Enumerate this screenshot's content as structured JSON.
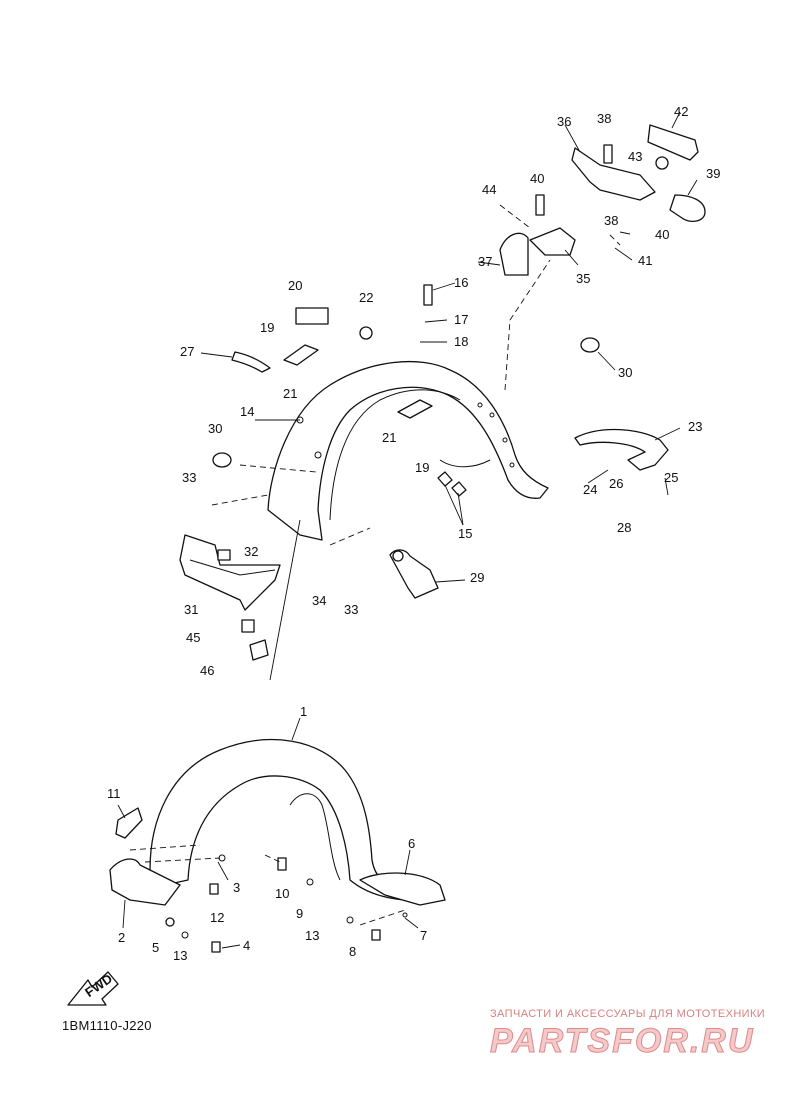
{
  "diagram_code": "1BM1110-J220",
  "fwd_label": "FWD",
  "watermark": {
    "tagline": "ЗАПЧАСТИ И АКСЕССУАРЫ ДЛЯ МОТОТЕХНИКИ",
    "logo": "PARTSFOR.RU"
  },
  "callouts": [
    "1",
    "2",
    "3",
    "4",
    "5",
    "6",
    "7",
    "8",
    "9",
    "10",
    "11",
    "12",
    "13",
    "13",
    "14",
    "15",
    "16",
    "17",
    "18",
    "19",
    "19",
    "20",
    "21",
    "21",
    "22",
    "23",
    "24",
    "25",
    "26",
    "27",
    "28",
    "29",
    "30",
    "30",
    "31",
    "32",
    "33",
    "33",
    "34",
    "35",
    "36",
    "37",
    "38",
    "38",
    "39",
    "40",
    "40",
    "41",
    "42",
    "43",
    "44",
    "45",
    "46"
  ]
}
